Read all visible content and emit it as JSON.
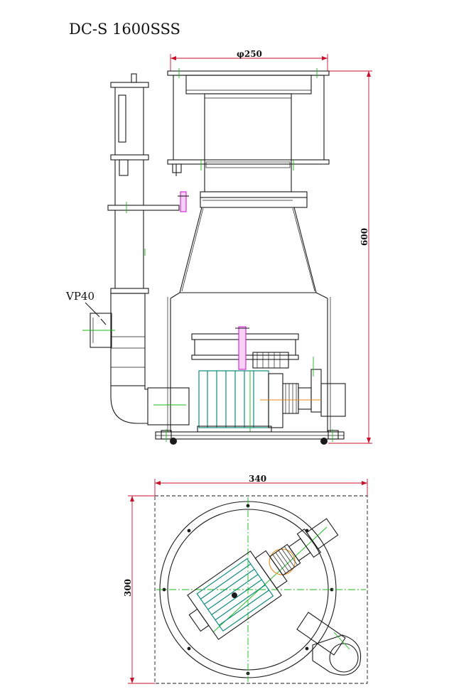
{
  "title": "DC-S 1600SSS",
  "dimensions": {
    "top_diameter": "φ250",
    "height": "600",
    "width": "340",
    "depth": "300"
  },
  "labels": {
    "pump_outlet": "VP40"
  },
  "colors": {
    "outline": "#1a1a1a",
    "dimension": "#c8102e",
    "centerline": "#18b818",
    "pump_motor": "#0f8c80",
    "fitting": "#e88a1a",
    "valve": "#d41fd4"
  }
}
